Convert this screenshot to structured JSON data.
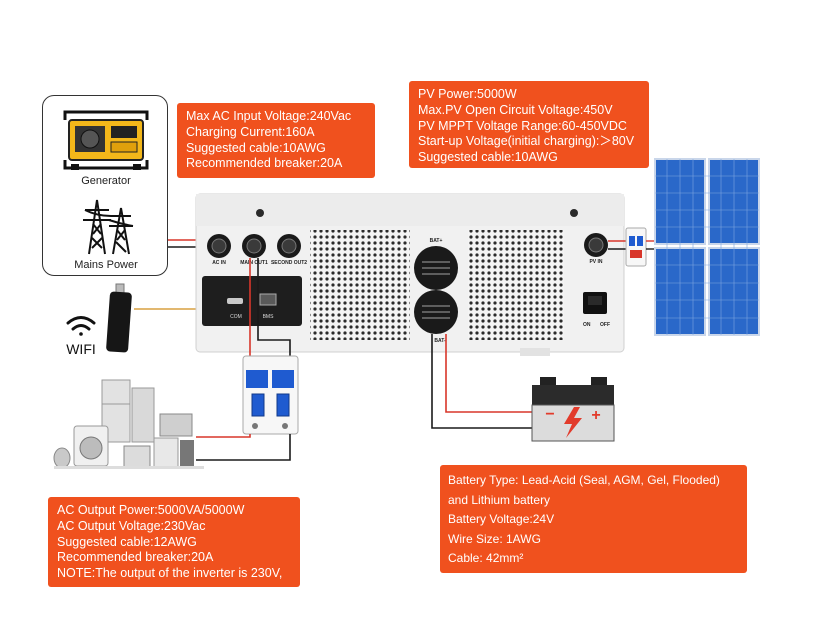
{
  "sources": {
    "generator_label": "Generator",
    "mains_label": "Mains Power"
  },
  "wifi": {
    "label": "WIFI"
  },
  "ac_input_box": {
    "lines": [
      "Max AC Input Voltage:240Vac",
      "Charging Current:160A",
      "Suggested cable:10AWG",
      "Recommended breaker:20A"
    ]
  },
  "pv_box": {
    "lines": [
      "PV Power:5000W",
      "Max.PV Open Circuit Voltage:450V",
      "PV MPPT Voltage Range:60-450VDC",
      "Start-up Voltage(initial charging):＞80V",
      "Suggested cable:10AWG"
    ]
  },
  "ac_output_box": {
    "lines": [
      "AC Output Power:5000VA/5000W",
      "AC Output Voltage:230Vac",
      "Suggested cable:12AWG",
      "Recommended breaker:20A",
      "NOTE:The output of the inverter is 230V,"
    ]
  },
  "battery_box": {
    "lines": [
      "Battery Type: Lead-Acid (Seal, AGM, Gel, Flooded)",
      "and Lithium battery",
      "Battery Voltage:24V",
      "Wire Size: 1AWG",
      "Cable: 42mm²"
    ]
  },
  "inverter": {
    "port_ac_in": "AC IN",
    "port_main_out": "MAIN OUT1",
    "port_second_out": "SECOND OUT2",
    "port_com": "COM",
    "port_bms": "BMS",
    "port_bat_pos": "BAT+",
    "port_bat_neg": "BAT-",
    "port_pv_in": "PV IN",
    "switch_on": "ON",
    "switch_off": "OFF"
  },
  "battery": {
    "plus": "+",
    "minus": "−"
  },
  "colors": {
    "box_orange": "#f0511e",
    "wire_red": "#d8362a",
    "wire_black": "#1a1a1a",
    "panel_blue": "#2a68c9",
    "inverter_body": "#f1f1f1",
    "breaker_blue": "#1f5bd0"
  }
}
